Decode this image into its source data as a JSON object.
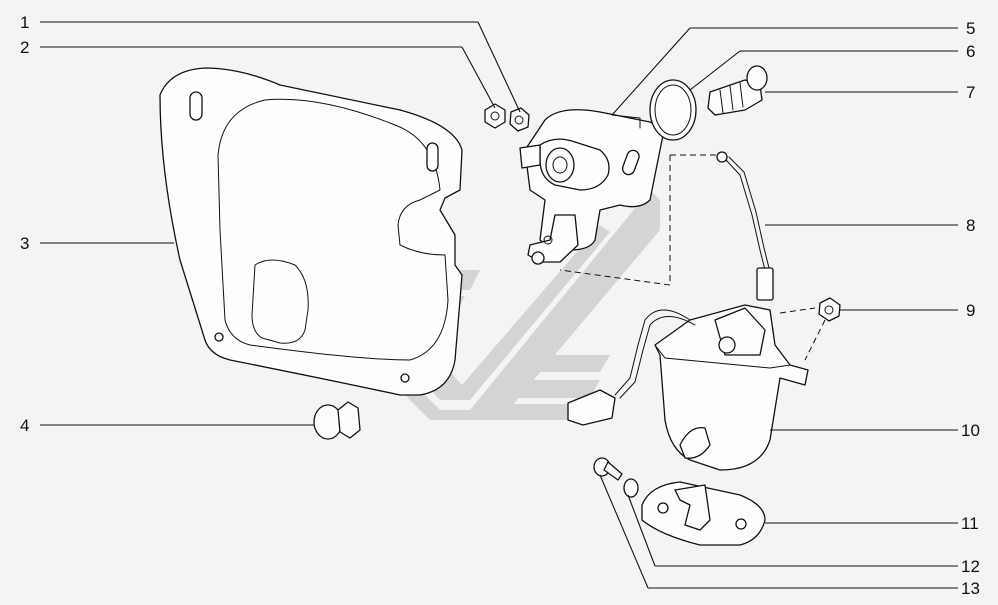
{
  "diagram": {
    "callouts": [
      {
        "id": "1",
        "label": "1"
      },
      {
        "id": "2",
        "label": "2"
      },
      {
        "id": "3",
        "label": "3"
      },
      {
        "id": "4",
        "label": "4"
      },
      {
        "id": "5",
        "label": "5"
      },
      {
        "id": "6",
        "label": "6"
      },
      {
        "id": "7",
        "label": "7"
      },
      {
        "id": "8",
        "label": "8"
      },
      {
        "id": "9",
        "label": "9"
      },
      {
        "id": "10",
        "label": "10"
      },
      {
        "id": "11",
        "label": "11"
      },
      {
        "id": "12",
        "label": "12"
      },
      {
        "id": "13",
        "label": "13"
      }
    ],
    "watermark_logo": "manufacturer-logo"
  }
}
